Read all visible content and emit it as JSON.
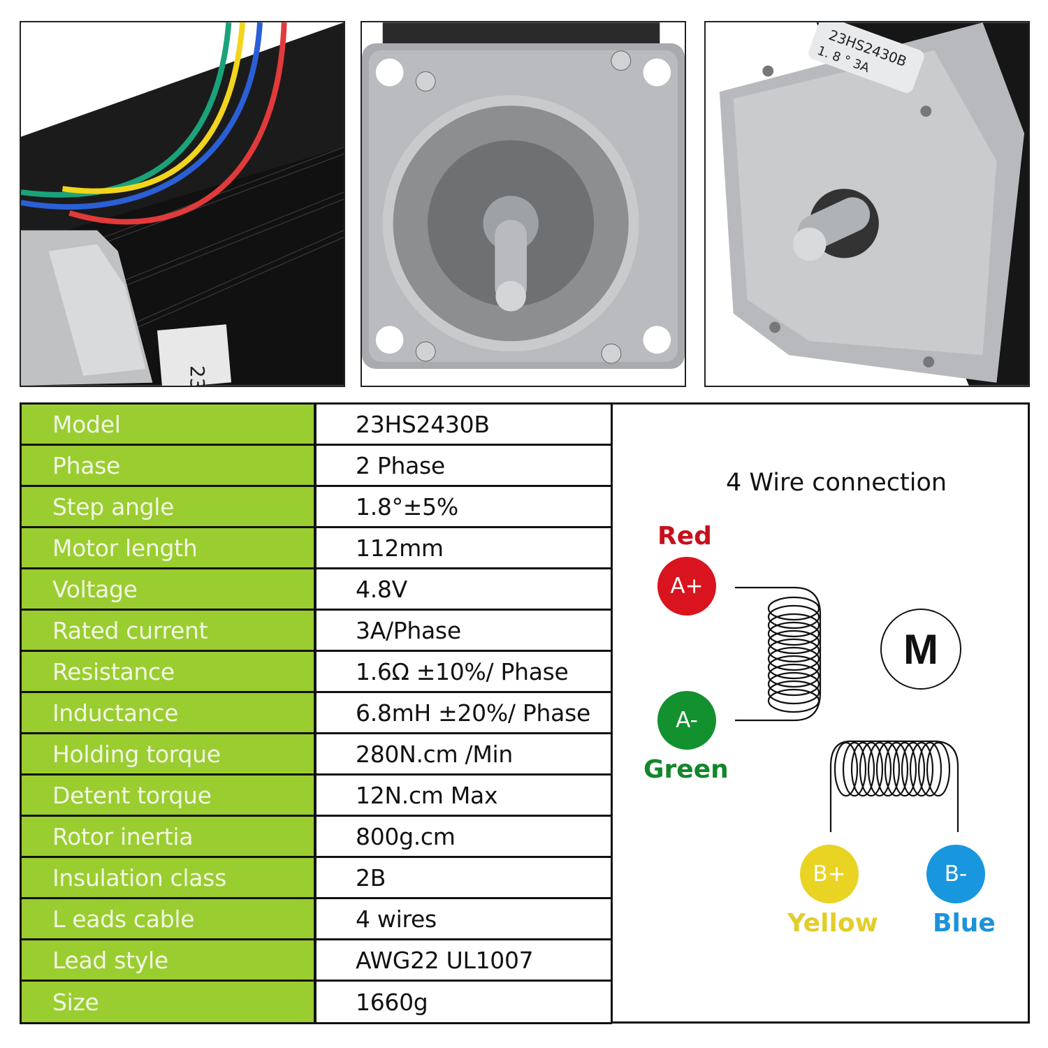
{
  "photos": [
    {
      "name": "motor-side-with-wires",
      "wire_colors": [
        "#1aa37a",
        "#f2d51c",
        "#2a5fd6",
        "#e23a3a"
      ],
      "label_fragment": "23"
    },
    {
      "name": "motor-front-flange"
    },
    {
      "name": "motor-front-angled",
      "label": {
        "line1": "23HS2430B",
        "line2": "1. 8 °    3A"
      }
    }
  ],
  "spec_table": {
    "rows": [
      {
        "key": "Model",
        "value": "23HS2430B"
      },
      {
        "key": "Phase",
        "value": "2 Phase"
      },
      {
        "key": "Step angle",
        "value": "1.8°±5%"
      },
      {
        "key": "Motor length",
        "value": "112mm"
      },
      {
        "key": "Voltage",
        "value": "4.8V"
      },
      {
        "key": "Rated current",
        "value": "3A/Phase"
      },
      {
        "key": "Resistance",
        "value": "1.6Ω ±10%/ Phase"
      },
      {
        "key": "Inductance",
        "value": "6.8mH ±20%/ Phase"
      },
      {
        "key": "Holding torque",
        "value": "280N.cm /Min"
      },
      {
        "key": "Detent torque",
        "value": "12N.cm Max"
      },
      {
        "key": "Rotor inertia",
        "value": "800g.cm"
      },
      {
        "key": "Insulation class",
        "value": "2B"
      },
      {
        "key": "L eads cable",
        "value": "4 wires"
      },
      {
        "key": "Lead style",
        "value": "AWG22 UL1007"
      },
      {
        "key": "Size",
        "value": "1660g"
      }
    ],
    "key_bg": "#9acd2f"
  },
  "wiring": {
    "title": "4 Wire connection",
    "motor_symbol": "M",
    "terminals": [
      {
        "id": "a_plus",
        "label": "A+",
        "color_name": "Red",
        "color": "#d9141e"
      },
      {
        "id": "a_minus",
        "label": "A-",
        "color_name": "Green",
        "color": "#13912e"
      },
      {
        "id": "b_plus",
        "label": "B+",
        "color_name": "Yellow",
        "color": "#e9d323"
      },
      {
        "id": "b_minus",
        "label": "B-",
        "color_name": "Blue",
        "color": "#1897df"
      }
    ]
  }
}
